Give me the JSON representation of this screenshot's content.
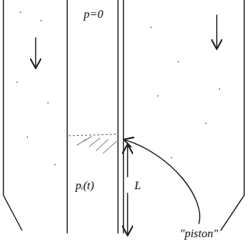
{
  "diagram": {
    "labels": [
      "p=0",
      "pᵢ(t)",
      "L",
      "\"piston\""
    ]
  }
}
